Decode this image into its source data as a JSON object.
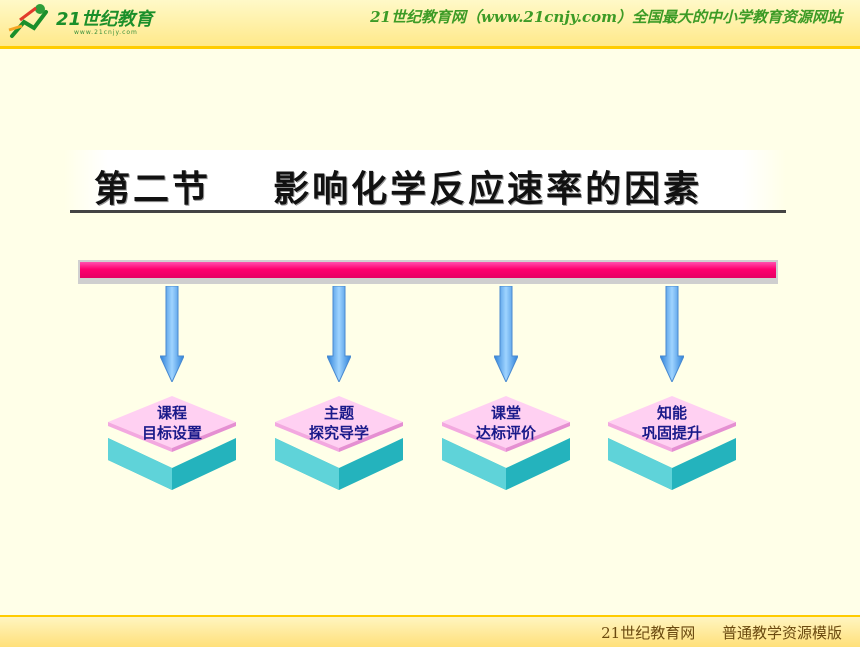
{
  "header": {
    "logo_text": "21世纪教育",
    "logo_url": "www.21cnjy.com",
    "slogan": "21世纪教育网（www.21cnjy.com）全国最大的中小学教育资源网站"
  },
  "title": "第二节    影响化学反应速率的因素",
  "modules": [
    {
      "line1": "课程",
      "line2": "目标设置"
    },
    {
      "line1": "主题",
      "line2": "探究导学"
    },
    {
      "line1": "课堂",
      "line2": "达标评价"
    },
    {
      "line1": "知能",
      "line2": "巩固提升"
    }
  ],
  "footer": {
    "left": "21世纪教育网",
    "right": "普通教学资源模版"
  },
  "colors": {
    "accent_bar": "#ff006f",
    "module_top": "#ffc8f0",
    "module_side": "#2bbfc7",
    "arrow": "#4aa0ee"
  }
}
